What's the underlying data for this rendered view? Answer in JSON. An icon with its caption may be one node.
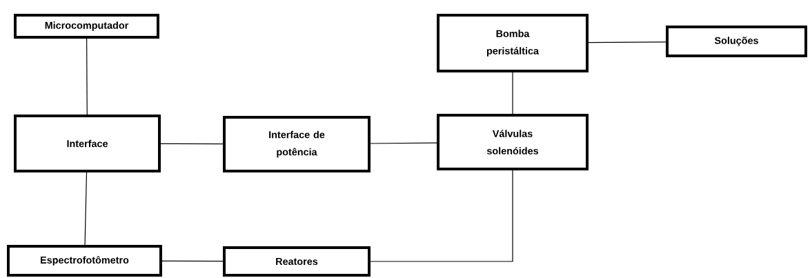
{
  "diagram": {
    "nodes": [
      {
        "text": [
          "Microcomputador"
        ]
      },
      {
        "text": [
          "Interface"
        ]
      },
      {
        "text": [
          "Interface de potência"
        ]
      },
      {
        "text": [
          "Bomba peristáltica"
        ]
      },
      {
        "text": [
          "Soluções"
        ]
      },
      {
        "text": [
          "Válvulas solenóides"
        ]
      },
      {
        "text": [
          "Espectrofotômetro"
        ]
      },
      {
        "text": [
          "Reatores"
        ]
      }
    ],
    "edges": [
      {
        "from": 0,
        "to": 1,
        "arrow": "none"
      },
      {
        "from": 1,
        "to": 2,
        "arrow": "none"
      },
      {
        "from": 2,
        "to": 5,
        "arrow": "none"
      },
      {
        "from": 3,
        "to": 4,
        "arrow": "none"
      },
      {
        "from": 3,
        "to": 5,
        "arrow": "none"
      },
      {
        "from": 1,
        "to": 6,
        "arrow": "none"
      },
      {
        "from": 6,
        "to": 7,
        "arrow": "none"
      },
      {
        "from": 7,
        "to": 5,
        "arrow": "none"
      }
    ]
  }
}
